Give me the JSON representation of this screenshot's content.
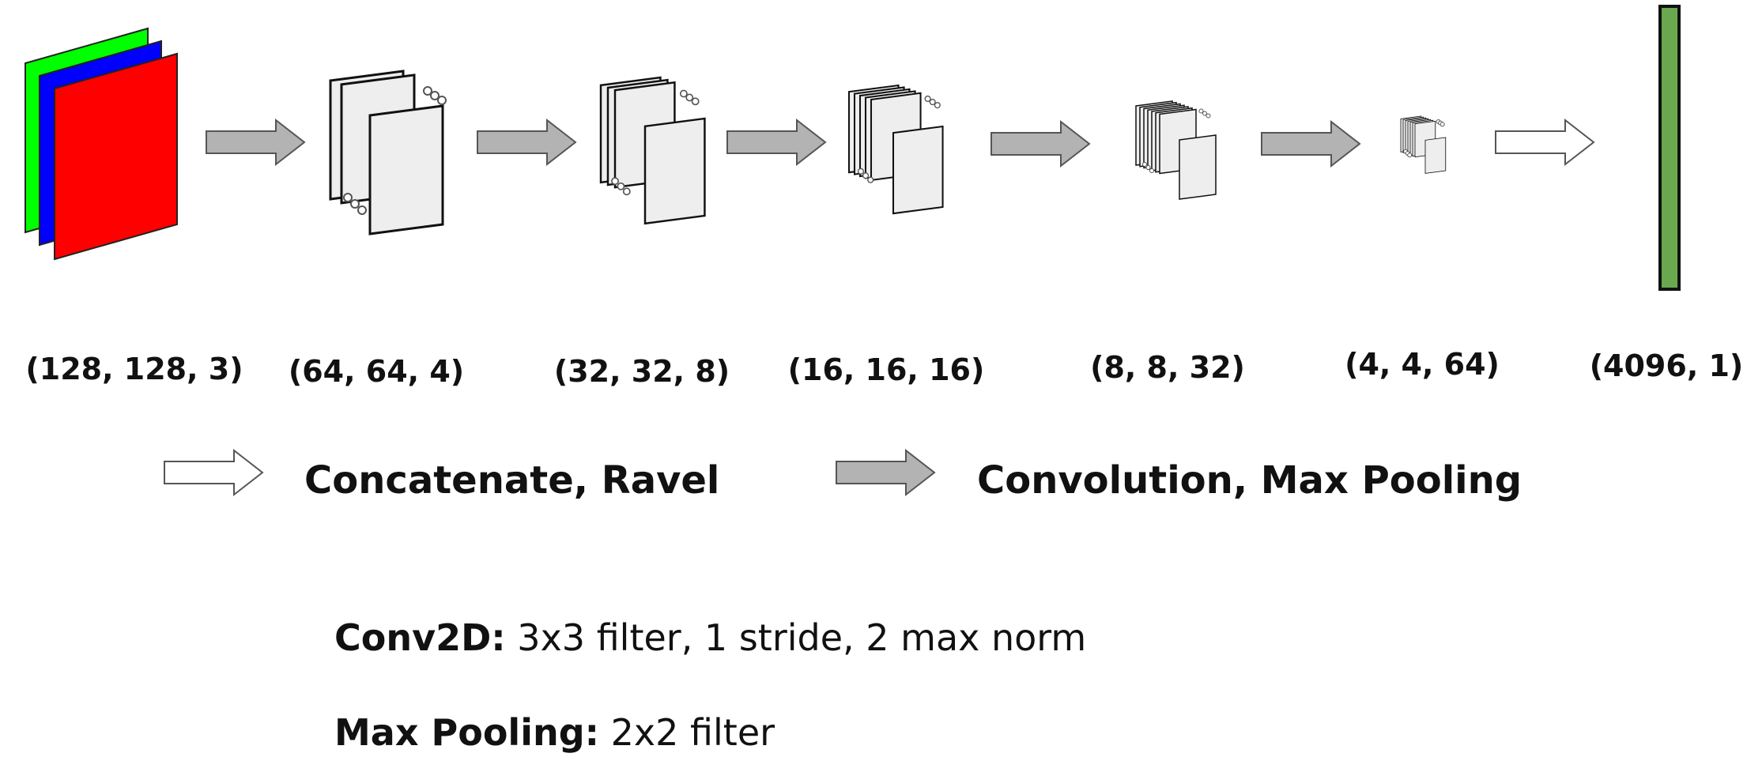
{
  "shapes": {
    "input": "(128, 128, 3)",
    "conv1": "(64, 64, 4)",
    "conv2": "(32, 32, 8)",
    "conv3": "(16, 16, 16)",
    "conv4": "(8, 8, 32)",
    "conv5": "(4, 4, 64)",
    "output": "(4096, 1)"
  },
  "legend": {
    "hollow_arrow_label": "Concatenate, Ravel",
    "filled_arrow_label": "Convolution, Max Pooling"
  },
  "params": {
    "conv2d_key": "Conv2D:",
    "conv2d_value": " 3x3 filter, 1 stride, 2 max norm",
    "maxpool_key": "Max Pooling:",
    "maxpool_value": " 2x2 filter"
  },
  "colors": {
    "channel_green": "#00ff00",
    "channel_blue": "#0000ff",
    "channel_red": "#ff0000",
    "feature_map": "#eeeeee",
    "process_arrow": "#b3b3b3",
    "output_vector": "#6aa84f"
  }
}
